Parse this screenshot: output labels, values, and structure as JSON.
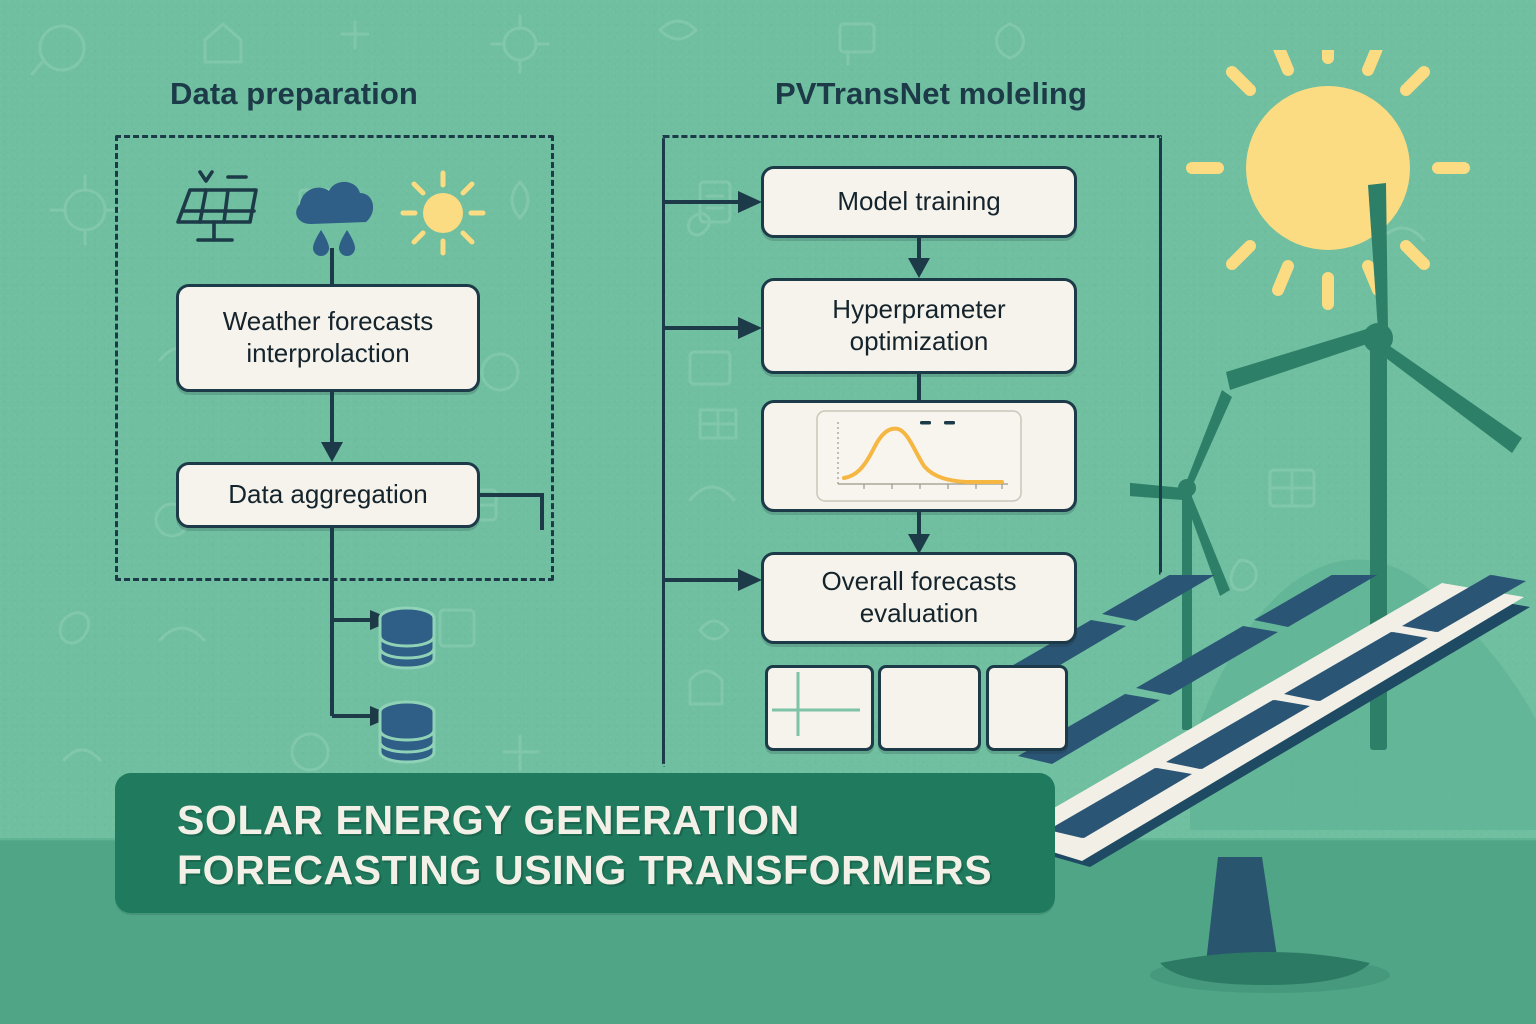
{
  "theme": {
    "background": "#6FBFA0",
    "ground": "#4FA586",
    "ink": "#1C3A47",
    "box_fill": "#F5F3EC",
    "banner_bg": "#1F7A5E",
    "banner_text": "#F3F1E7",
    "sun": "#FBDC83",
    "db_blue": "#2F5E87",
    "panel_blue": "#2B5575",
    "turbine_green": "#2E7F68",
    "curve_orange": "#F5B642"
  },
  "columns": {
    "left": {
      "title": "Data preparation",
      "icons": [
        {
          "name": "solar-panel-icon",
          "label": "solar panel"
        },
        {
          "name": "rain-cloud-icon",
          "label": "rain cloud"
        },
        {
          "name": "sun-icon",
          "label": "sun"
        }
      ],
      "steps": [
        {
          "id": "weather",
          "label": "Weather forecasts interprolaction"
        },
        {
          "id": "aggregation",
          "label": "Data aggregation"
        }
      ],
      "outputs": [
        {
          "name": "database-icon-1",
          "label": "database"
        },
        {
          "name": "database-icon-2",
          "label": "database"
        }
      ]
    },
    "right": {
      "title": "PVTransNet moleling",
      "steps": [
        {
          "id": "training",
          "label": "Model training"
        },
        {
          "id": "hyper",
          "label": "Hyperprameter optimization"
        },
        {
          "id": "chart",
          "label": ""
        },
        {
          "id": "evaluation",
          "label": "Overall forecasts evaluation"
        }
      ],
      "tiles": [
        {
          "id": "tile-1",
          "label": ""
        },
        {
          "id": "tile-2",
          "label": ""
        },
        {
          "id": "tile-3",
          "label": ""
        }
      ]
    }
  },
  "banner": {
    "line1": "SOLAR ENERGY GENERATION",
    "line2": "FORECASTING USING TRANSFORMERS"
  },
  "chart_data": {
    "type": "line",
    "title": "",
    "xlabel": "",
    "ylabel": "",
    "x": [
      0,
      1,
      2,
      3,
      4,
      5,
      6,
      7,
      8,
      9,
      10
    ],
    "values": [
      0.08,
      0.16,
      0.42,
      0.8,
      0.95,
      0.72,
      0.4,
      0.22,
      0.13,
      0.1,
      0.09
    ],
    "ylim": [
      0,
      1
    ],
    "xlim": [
      0,
      10
    ],
    "grid": false,
    "legend_markers": 2,
    "series_color": "#F5B642",
    "tick_count": 6
  },
  "illustration": {
    "sun": {
      "name": "sun-graphic",
      "rays": 12
    },
    "turbines": [
      {
        "name": "wind-turbine-large",
        "blades": 3
      },
      {
        "name": "wind-turbine-small",
        "blades": 3
      }
    ],
    "solar_panel": {
      "name": "solar-panel-graphic",
      "rows": 4,
      "cols": 4
    },
    "hill": {
      "name": "hill-silhouette"
    }
  }
}
